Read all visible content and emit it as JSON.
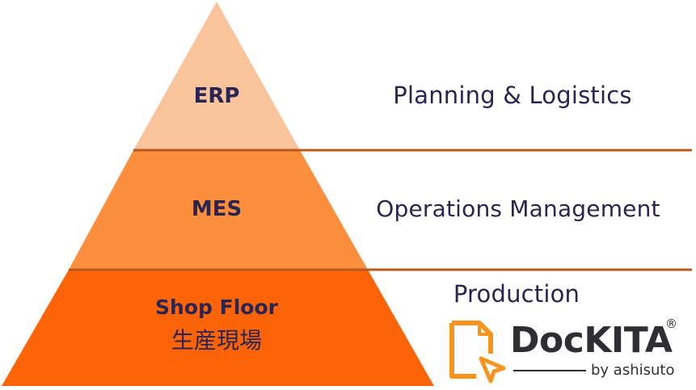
{
  "tiers": {
    "erp": "ERP",
    "mes": "MES",
    "shop_floor": "Shop Floor",
    "shop_floor_jp": "生産現場"
  },
  "descriptions": {
    "planning": "Planning & Logistics",
    "operations": "Operations Management",
    "production": "Production"
  },
  "logo": {
    "name": "DocKITA",
    "registered": "®",
    "byline": "by ashisuto"
  },
  "colors": {
    "erp_fill": "#f9c39b",
    "mes_fill": "#fb8f3d",
    "shop_fill": "#fd6407",
    "divider": "#b85a1e",
    "text": "#2a2451",
    "logo_orange": "#f6941f"
  }
}
